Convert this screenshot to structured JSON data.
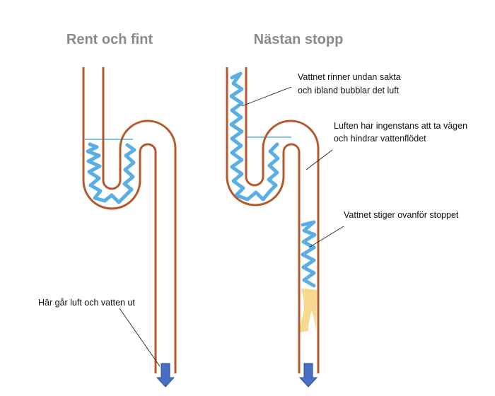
{
  "titles": {
    "left": "Rent och fint",
    "right": "Nästan stopp"
  },
  "labels": {
    "slow_drain_line1": "Vattnet rinner undan sakta",
    "slow_drain_line2": "och ibland bubblar det luft",
    "no_air_line1": "Luften har ingenstans att ta vägen",
    "no_air_line2": "och hindrar vattenflödet",
    "water_rises": "Vattnet stiger ovanför stoppet",
    "air_water_out": "Här går luft och vatten ut"
  },
  "colors": {
    "pipe": "#b5582a",
    "water": "#5aaee6",
    "waterline": "#5aaee6",
    "clog": "#f5d98f",
    "arrow": "#4a6ec4",
    "arrow_stroke": "#2d4f9e",
    "leader": "#222222",
    "title": "#8a8a8a"
  },
  "icons": {
    "outflow": "down-arrow-icon"
  }
}
